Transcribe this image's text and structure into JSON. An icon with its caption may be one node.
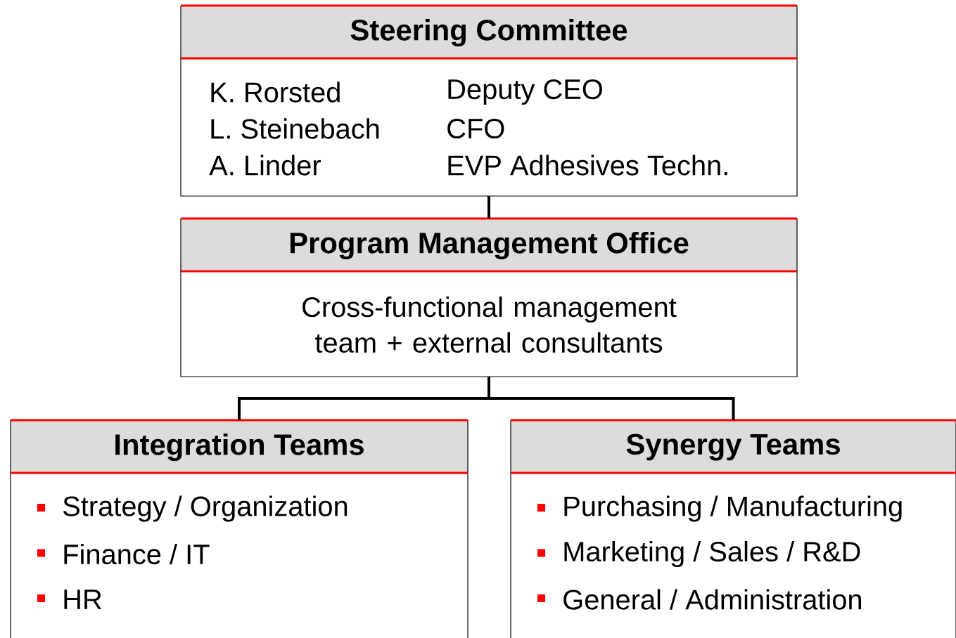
{
  "diagram": {
    "nodes": [
      {
        "text": [
          "Steering Committee",
          "K. Rorsted",
          "Deputy CEO",
          "L. Steinebach",
          "CFO",
          "A. Linder",
          "EVP Adhesives Techn."
        ]
      },
      {
        "text": [
          "Program Management Office",
          "Cross-functional management team + external consultants"
        ]
      },
      {
        "text": [
          "Integration Teams",
          "Strategy / Organization",
          "Finance / IT",
          "HR"
        ]
      },
      {
        "text": [
          "Synergy Teams",
          "Purchasing / Manufacturing",
          "Marketing / Sales / R&D",
          "General / Administration"
        ]
      }
    ],
    "edges": [
      {
        "from": 0,
        "to": 1,
        "arrow": "none"
      },
      {
        "from": 1,
        "to": 2,
        "arrow": "none"
      },
      {
        "from": 1,
        "to": 3,
        "arrow": "none"
      }
    ]
  }
}
